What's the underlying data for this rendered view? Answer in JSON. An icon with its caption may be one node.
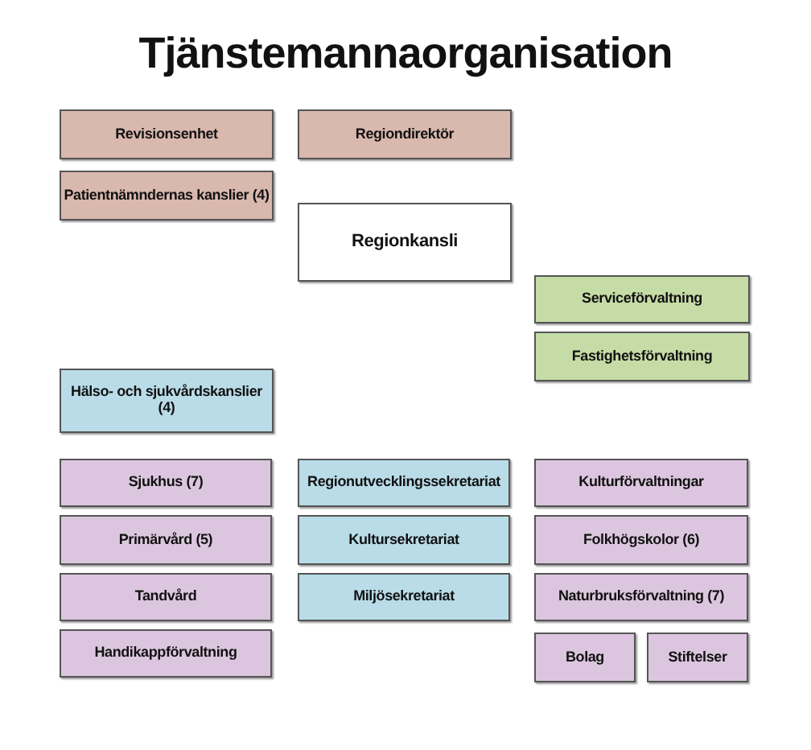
{
  "diagram": {
    "title": "Tjänstemannaorganisation",
    "nodes": [
      {
        "text": [
          "Revisionsenhet"
        ]
      },
      {
        "text": [
          "Regiondirektör"
        ]
      },
      {
        "text": [
          "Patientnämndernas kanslier (4)"
        ]
      },
      {
        "text": [
          "Regionkansli"
        ]
      },
      {
        "text": [
          "Serviceförvaltning"
        ]
      },
      {
        "text": [
          "Fastighetsförvaltning"
        ]
      },
      {
        "text": [
          "Hälso- och sjukvårdskanslier (4)"
        ]
      },
      {
        "text": [
          "Sjukhus (7)"
        ]
      },
      {
        "text": [
          "Regionutvecklingssekretariat"
        ]
      },
      {
        "text": [
          "Kulturförvaltningar"
        ]
      },
      {
        "text": [
          "Primärvård (5)"
        ]
      },
      {
        "text": [
          "Kultursekretariat"
        ]
      },
      {
        "text": [
          "Folkhögskolor (6)"
        ]
      },
      {
        "text": [
          "Tandvård"
        ]
      },
      {
        "text": [
          "Miljösekretariat"
        ]
      },
      {
        "text": [
          "Naturbruksförvaltning (7)"
        ]
      },
      {
        "text": [
          "Handikappförvaltning"
        ]
      },
      {
        "text": [
          "Bolag"
        ]
      },
      {
        "text": [
          "Stiftelser"
        ]
      }
    ]
  }
}
